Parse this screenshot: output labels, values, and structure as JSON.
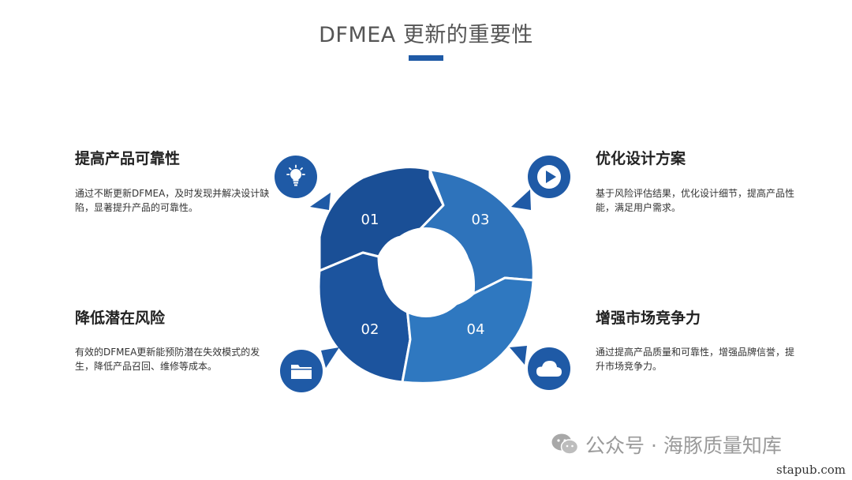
{
  "title": "DFMEA 更新的重要性",
  "colors": {
    "accent": "#1f5aa6",
    "segment_01": "#1a4f96",
    "segment_02": "#1c549e",
    "segment_03": "#2e73bb",
    "segment_04": "#2f78c0"
  },
  "segments": [
    {
      "number": "01"
    },
    {
      "number": "02"
    },
    {
      "number": "03"
    },
    {
      "number": "04"
    }
  ],
  "blocks": {
    "top_left": {
      "title": "提高产品可靠性",
      "desc": "通过不断更新DFMEA，及时发现并解决设计缺陷，显著提升产品的可靠性。",
      "icon": "lightbulb-icon"
    },
    "bottom_left": {
      "title": "降低潜在风险",
      "desc": "有效的DFMEA更新能预防潜在失效模式的发生，降低产品召回、维修等成本。",
      "icon": "folder-icon"
    },
    "top_right": {
      "title": "优化设计方案",
      "desc": "基于风险评估结果，优化设计细节，提高产品性能，满足用户需求。",
      "icon": "play-icon"
    },
    "bottom_right": {
      "title": "增强市场竞争力",
      "desc": "通过提高产品质量和可靠性，增强品牌信誉，提升市场竞争力。",
      "icon": "cloud-icon"
    }
  },
  "watermark": {
    "text": "公众号 · 海豚质量知库"
  },
  "site": "stapub.com"
}
